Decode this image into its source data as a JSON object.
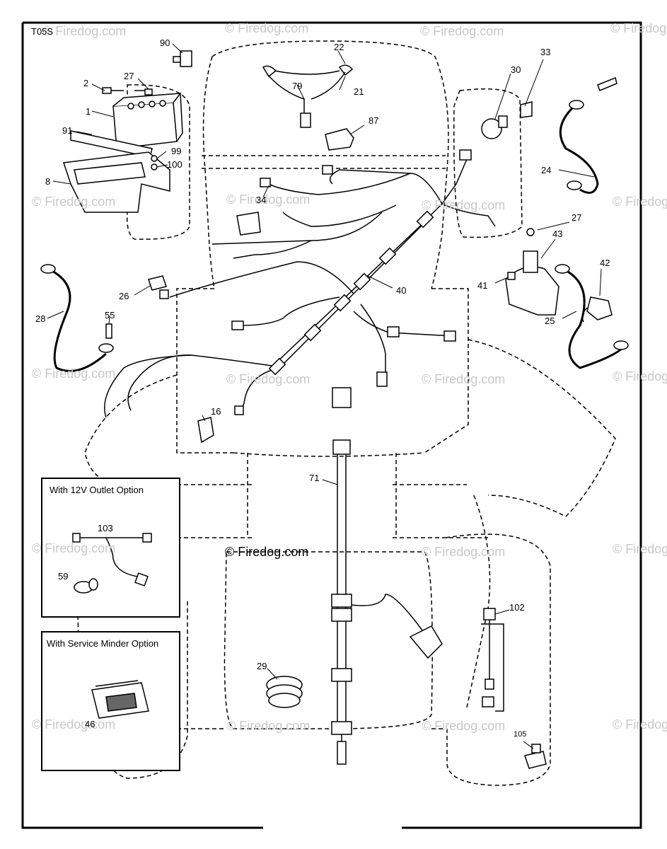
{
  "diagram_id": "T05S",
  "watermark": "© Firedog.com",
  "center_watermark": "© Firedog.com",
  "inset_12v": {
    "title": "With 12V Outlet Option"
  },
  "inset_service": {
    "title": "With Service Minder Option"
  },
  "labels": {
    "p1": "1",
    "p2": "2",
    "p8": "8",
    "p16": "16",
    "p21": "21",
    "p22": "22",
    "p24": "24",
    "p25": "25",
    "p26": "26",
    "p27a": "27",
    "p27b": "27",
    "p28": "28",
    "p29": "29",
    "p30": "30",
    "p33": "33",
    "p34": "34",
    "p40": "40",
    "p41": "41",
    "p42": "42",
    "p43": "43",
    "p46": "46",
    "p55": "55",
    "p59": "59",
    "p71": "71",
    "p79": "79",
    "p87": "87",
    "p90": "90",
    "p91": "91",
    "p99": "99",
    "p100": "100",
    "p102": "102",
    "p103": "103",
    "p105": "105"
  }
}
